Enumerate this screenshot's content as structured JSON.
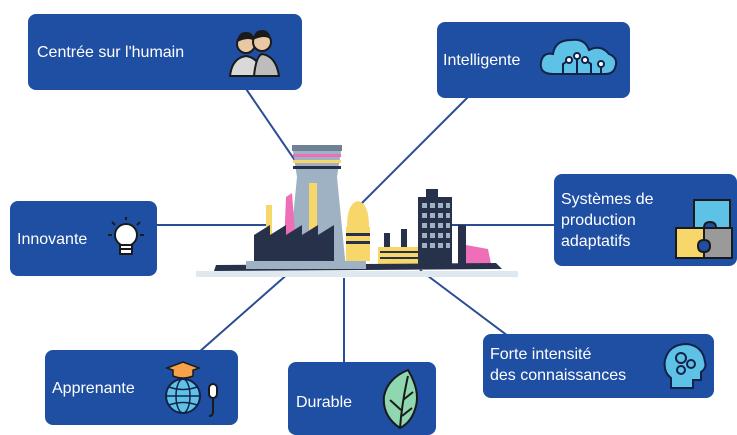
{
  "diagram": {
    "nodes": [
      {
        "id": "human",
        "label": "Centrée sur l'humain",
        "icon": "two-people-icon"
      },
      {
        "id": "smart",
        "label": "Intelligente",
        "icon": "cloud-network-icon"
      },
      {
        "id": "adaptive",
        "label": "Systèmes de\nproduction\nadaptatifs",
        "icon": "puzzle-pieces-icon"
      },
      {
        "id": "innovative",
        "label": "Innovante",
        "icon": "light-bulb-icon"
      },
      {
        "id": "knowledge",
        "label": "Forte intensité\ndes connaissances",
        "icon": "head-gears-icon"
      },
      {
        "id": "learning",
        "label": "Apprenante",
        "icon": "globe-graduation-icon"
      },
      {
        "id": "sustainable",
        "label": "Durable",
        "icon": "leaf-icon"
      }
    ],
    "center": {
      "icon": "factory-illustration"
    }
  },
  "colors": {
    "card": "#1f4fa3",
    "connector": "#2a4d96",
    "icon_fill": "#5ec1e6",
    "factory_dark": "#27324a",
    "factory_gray": "#9fb2c4",
    "pink": "#ee6fb7",
    "yellow": "#f7d66a"
  }
}
